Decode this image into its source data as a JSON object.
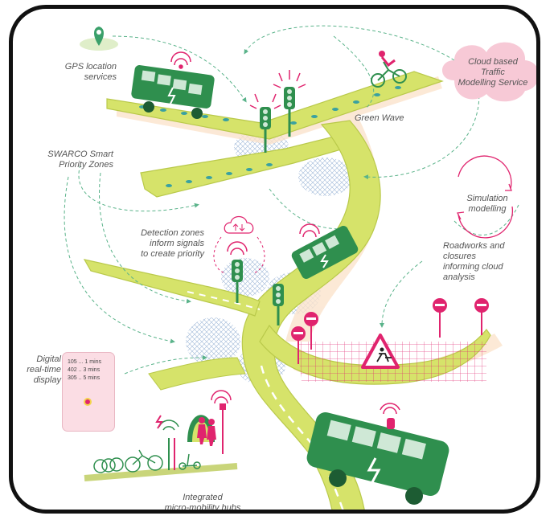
{
  "labels": {
    "gps": "GPS location\nservices",
    "cloud": "Cloud based\nTraffic\nModelling Service",
    "green_wave": "Green Wave",
    "smart_zones": "SWARCO Smart\nPriority Zones",
    "simulation": "Simulation\nmodelling",
    "detection": "Detection zones\ninform signals\nto create priority",
    "roadworks": "Roadworks and\nclosures\ninforming cloud\nanalysis",
    "digital": "Digital\nreal-time\ndisplay",
    "hubs": "Integrated\nmicro-mobility hubs\nwith bus stops"
  },
  "display": {
    "rows": [
      "105 ... 1 mins",
      "402 .. 3 mins",
      "305 .. 5 mins"
    ]
  },
  "colors": {
    "road": "#d6e36a",
    "road_edge": "#b9c94a",
    "bus": "#2f8f4e",
    "accent": "#e0246e",
    "cloud": "#f7c9d6",
    "mesh": "#9fb8d8",
    "frame": "#111111"
  },
  "icons": [
    "gps-pin-icon",
    "bus-icon",
    "traffic-light-icon",
    "cyclist-icon",
    "cloud-icon",
    "no-entry-sign-icon",
    "roadworks-sign-icon",
    "bicycle-icon",
    "pedestrian-icon",
    "wifi-signal-icon"
  ]
}
